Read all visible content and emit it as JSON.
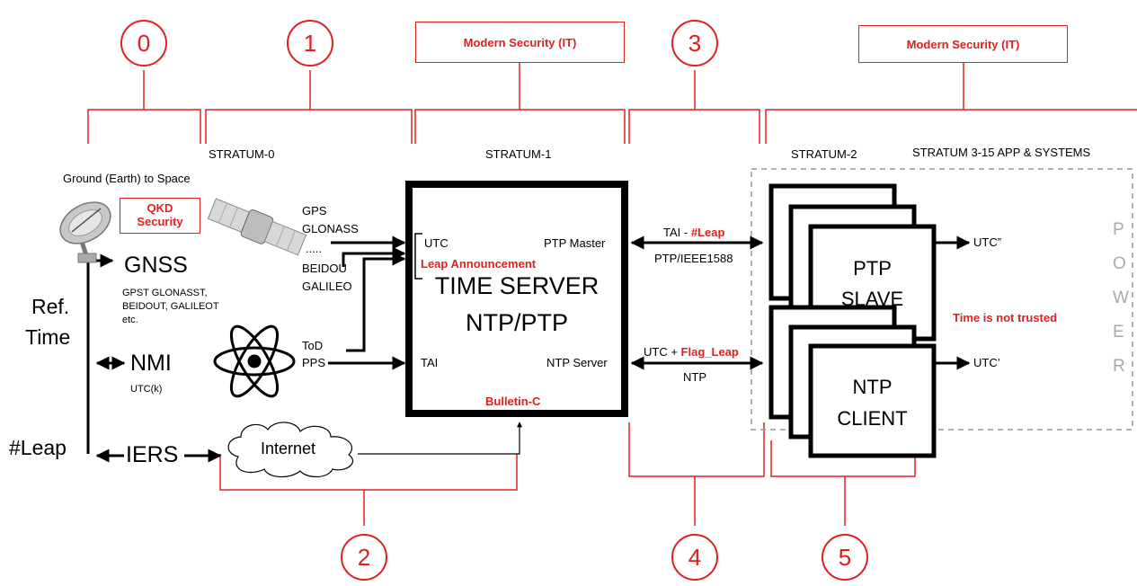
{
  "markers": [
    "0",
    "1",
    "2",
    "3",
    "4",
    "5"
  ],
  "security_boxes": {
    "modern_security_1": "Modern Security (IT)",
    "modern_security_2": "Modern Security (IT)",
    "qkd_line1": "QKD",
    "qkd_line2": "Security"
  },
  "strata": {
    "stratum0": "STRATUM-0",
    "stratum1": "STRATUM-1",
    "stratum2": "STRATUM-2",
    "stratum3_15": "STRATUM 3-15  APP & SYSTEMS"
  },
  "ground_to_space": "Ground (Earth)  to Space",
  "sources": {
    "gps": "GPS",
    "glonass": "GLONASS",
    "dots": ".....",
    "beidou": "BEIDOU",
    "galileo": "GALILEO",
    "tod": "ToD",
    "pps": "PPS"
  },
  "reference": {
    "ref": "Ref.",
    "time": "Time",
    "leap": "#Leap",
    "gnss": "GNSS",
    "gnss_sub1": "GPST  GLONASST,",
    "gnss_sub2": "BEIDOUT, GALILEOT",
    "gnss_sub3": "etc.",
    "nmi": "NMI",
    "nmi_sub": "UTC(k)",
    "iers": "IERS",
    "internet": "Internet"
  },
  "time_server": {
    "utc": "UTC",
    "ptp_master": "PTP Master",
    "leap_announcement": "Leap Announcement",
    "title1": "TIME SERVER",
    "title2": "NTP/PTP",
    "tai": "TAI",
    "ntp_server": "NTP Server",
    "bulletin": "Bulletin-C"
  },
  "links": {
    "tai_prefix": "TAI - ",
    "tai_leap": "#Leap",
    "ptp_proto": "PTP/IEEE1588",
    "utc_prefix": "UTC + ",
    "utc_flag": "Flag_Leap",
    "ntp_proto": "NTP"
  },
  "clients": {
    "ptp1": "PTP",
    "ptp2": "SLAVE",
    "ntp1": "NTP",
    "ntp2": "CLIENT",
    "utc_ptp": "UTC”",
    "utc_ntp": "UTC’",
    "not_trusted": "Time is not trusted"
  },
  "power": [
    "P",
    "O",
    "W",
    "E",
    "R"
  ],
  "colors": {
    "accent_red": "#e02020",
    "power_gray": "#aaaaaa",
    "dashed_gray": "#999999"
  },
  "icons": [
    "satellite-dish-icon",
    "satellite-icon",
    "atom-icon",
    "cloud-icon"
  ]
}
